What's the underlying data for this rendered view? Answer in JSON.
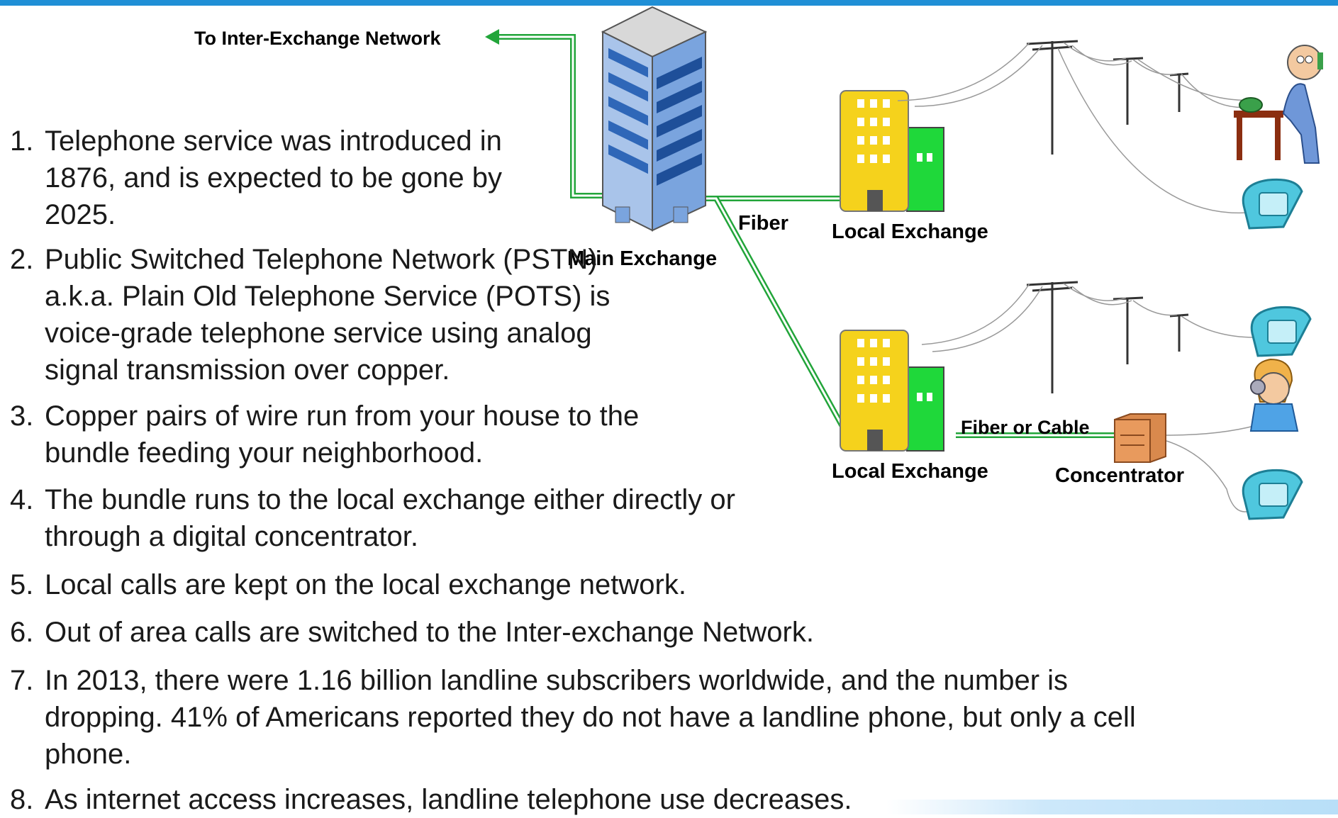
{
  "colors": {
    "accent": "#1f8fd6",
    "link_green": "#22a53a",
    "building_yellow": "#f5d21c",
    "building_green": "#1fd83a",
    "phone_teal": "#4fc7de",
    "tower_blue": "#3f7fd0"
  },
  "diagram": {
    "inter_exchange_label": "To Inter-Exchange Network",
    "main_exchange_label": "Main Exchange",
    "fiber_label": "Fiber",
    "local_exchange_top_label": "Local Exchange",
    "local_exchange_bottom_label": "Local Exchange",
    "fiber_or_cable_label": "Fiber or Cable",
    "concentrator_label": "Concentrator",
    "icons": [
      "office-tower-icon",
      "local-exchange-building-icon",
      "telephone-pole-icon",
      "desk-telephone-icon",
      "person-on-phone-icon",
      "concentrator-cabinet-icon"
    ]
  },
  "points": [
    {
      "num": "1.",
      "text": "Telephone service was introduced in 1876, and is expected to be gone by 2025."
    },
    {
      "num": "2.",
      "text": "Public Switched Telephone Network (PSTN) a.k.a. Plain Old Telephone Service (POTS) is voice-grade telephone service using analog signal transmission over copper."
    },
    {
      "num": "3.",
      "text": "Copper pairs of wire run from your house to the bundle feeding your neighborhood."
    },
    {
      "num": "4.",
      "text": "The bundle runs to the local exchange either directly or through a digital concentrator."
    },
    {
      "num": "5.",
      "text": "Local calls are kept on the local exchange network."
    },
    {
      "num": "6.",
      "text": "Out of area calls are switched to the Inter-exchange Network."
    },
    {
      "num": "7.",
      "text": "In 2013, there were 1.16 billion landline subscribers worldwide, and the number is dropping.  41% of Americans reported they do not have a landline phone, but only a cell phone."
    },
    {
      "num": "8.",
      "text": "As internet access increases, landline telephone use decreases."
    }
  ]
}
